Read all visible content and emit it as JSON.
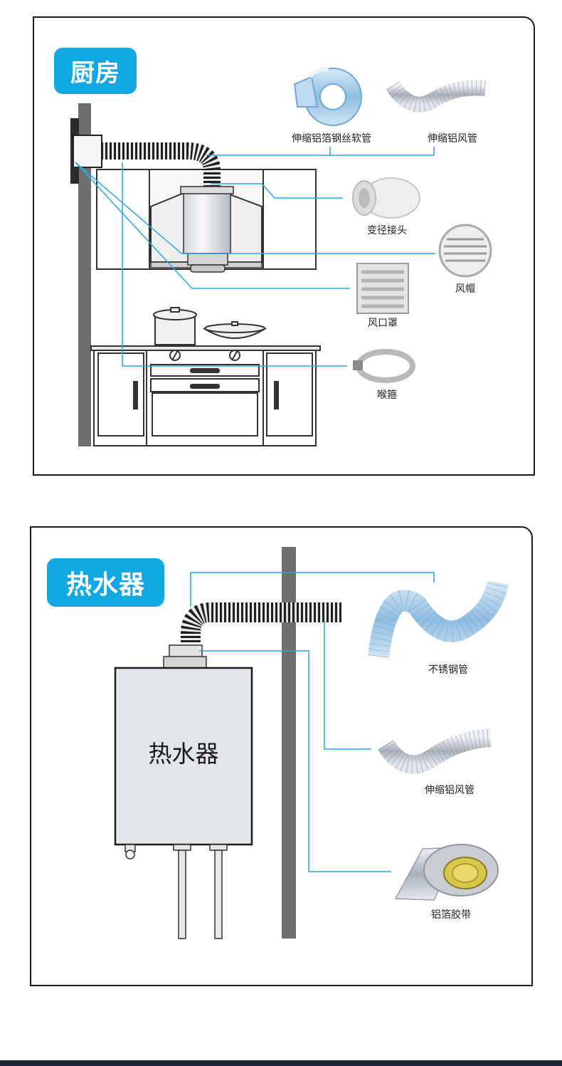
{
  "kitchen": {
    "title": "厨房",
    "parts": [
      {
        "label": "伸缩铝箔钢丝软管",
        "icon": "aluminum-foil-steel-wire-hose"
      },
      {
        "label": "伸缩铝风管",
        "icon": "telescopic-aluminum-duct"
      },
      {
        "label": "变径接头",
        "icon": "reducer-connector"
      },
      {
        "label": "风帽",
        "icon": "vent-cap"
      },
      {
        "label": "风口罩",
        "icon": "vent-cover"
      },
      {
        "label": "喉箍",
        "icon": "hose-clamp"
      }
    ]
  },
  "heater": {
    "title": "热水器",
    "body_label": "热水器",
    "parts": [
      {
        "label": "不锈钢管",
        "icon": "stainless-steel-pipe"
      },
      {
        "label": "伸缩铝风管",
        "icon": "telescopic-aluminum-duct"
      },
      {
        "label": "铝箔胶带",
        "icon": "aluminum-foil-tape"
      }
    ]
  },
  "colors": {
    "accent": "#11a8e4",
    "line": "#29a9e0",
    "wall": "#6e6e6e",
    "bar": "#1d2535"
  }
}
